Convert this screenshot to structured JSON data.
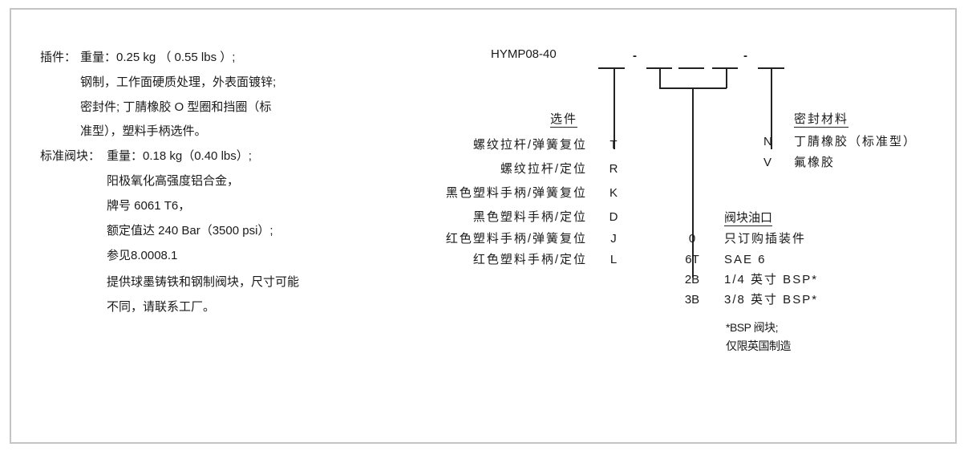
{
  "left": {
    "insert_label": "插件：",
    "insert_lines": [
      "重量：0.25 kg （ 0.55 lbs ）;",
      "钢制，工作面硬质处理，外表面镀锌;",
      "密封件; 丁腈橡胶 O 型圈和挡圈（标",
      "准型），塑料手柄选件。"
    ],
    "body_label": "标准阀块：",
    "body_lines": [
      "重量：0.18 kg（0.40 lbs）;",
      "阳极氧化高强度铝合金，",
      "牌号 6061 T6，",
      "额定值达 240 Bar（3500 psi）;",
      "参见8.0008.1",
      "提供球墨铸铁和钢制阀块，尺寸可能",
      "不同，请联系工厂。"
    ]
  },
  "model": {
    "code": "HYMP08-40",
    "dash": "-"
  },
  "options": {
    "heading": "选件",
    "items": [
      {
        "label": "螺纹拉杆/弹簧复位",
        "code": "T"
      },
      {
        "label": "螺纹拉杆/定位",
        "code": "R"
      },
      {
        "label": "黑色塑料手柄/弹簧复位",
        "code": "K"
      },
      {
        "label": "黑色塑料手柄/定位",
        "code": "D"
      },
      {
        "label": "红色塑料手柄/弹簧复位",
        "code": "J"
      },
      {
        "label": "红色塑料手柄/定位",
        "code": "L"
      }
    ]
  },
  "seals": {
    "heading": "密封材料",
    "items": [
      {
        "code": "N",
        "label": "丁腈橡胶（标准型）"
      },
      {
        "code": "V",
        "label": "氟橡胶"
      }
    ]
  },
  "ports": {
    "heading": "阀块油口",
    "items": [
      {
        "code": "0",
        "label": "只订购插装件"
      },
      {
        "code": "6T",
        "label": "SAE 6"
      },
      {
        "code": "2B",
        "label": "1/4 英寸 BSP*"
      },
      {
        "code": "3B",
        "label": "3/8 英寸 BSP*"
      }
    ],
    "note_lines": [
      "*BSP 阀块;",
      "仅限英国制造"
    ]
  }
}
